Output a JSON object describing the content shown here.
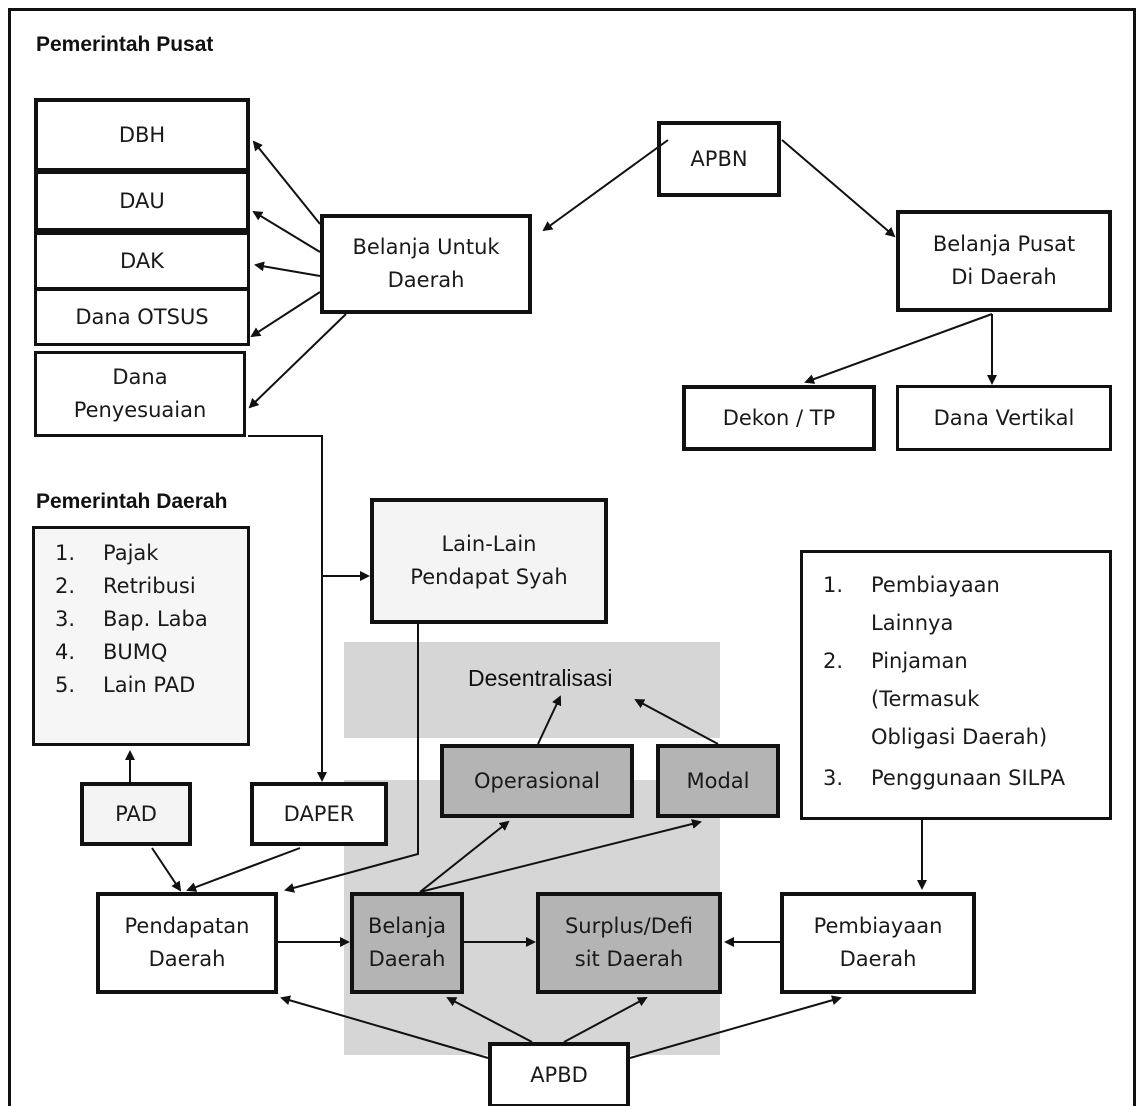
{
  "sections": {
    "pusat_title": "Pemerintah Pusat",
    "daerah_title": "Pemerintah Daerah"
  },
  "pusat": {
    "apbn": "APBN",
    "dbh": "DBH",
    "dau": "DAU",
    "dak": "DAK",
    "otsus": "Dana OTSUS",
    "penyesuaian": [
      "Dana",
      "Penyesuaian"
    ],
    "belanja_daerah": [
      "Belanja Untuk",
      "Daerah"
    ],
    "belanja_pusat": [
      "Belanja Pusat",
      "Di Daerah"
    ],
    "dekon": "Dekon / TP",
    "vertikal": "Dana Vertikal"
  },
  "daerah": {
    "pad_list": [
      {
        "num": "1.",
        "text": "Pajak"
      },
      {
        "num": "2.",
        "text": "Retribusi"
      },
      {
        "num": "3.",
        "text": "Bap. Laba"
      },
      {
        "num": "4.",
        "text": "BUMQ"
      },
      {
        "num": "5.",
        "text": "Lain PAD"
      }
    ],
    "lain_lain": [
      "Lain-Lain",
      "Pendapat Syah"
    ],
    "pembiayaan_list": [
      {
        "num": "1.",
        "text": "Pembiayaan"
      },
      {
        "num": "",
        "text": "Lainnya"
      },
      {
        "num": "2.",
        "text": "Pinjaman"
      },
      {
        "num": "",
        "text": "(Termasuk"
      },
      {
        "num": "",
        "text": "Obligasi Daerah)"
      },
      {
        "num": "3.",
        "text": "Penggunaan SILPA"
      }
    ],
    "desentralisasi": "Desentralisasi",
    "operasional": "Operasional",
    "modal": "Modal",
    "pad": "PAD",
    "daper": "DAPER",
    "pendapatan": [
      "Pendapatan",
      "Daerah"
    ],
    "belanja": [
      "Belanja",
      "Daerah"
    ],
    "surplus": [
      "Surplus/Defi",
      "sit Daerah"
    ],
    "pembiayaan": [
      "Pembiayaan",
      "Daerah"
    ],
    "apbd": "APBD"
  }
}
